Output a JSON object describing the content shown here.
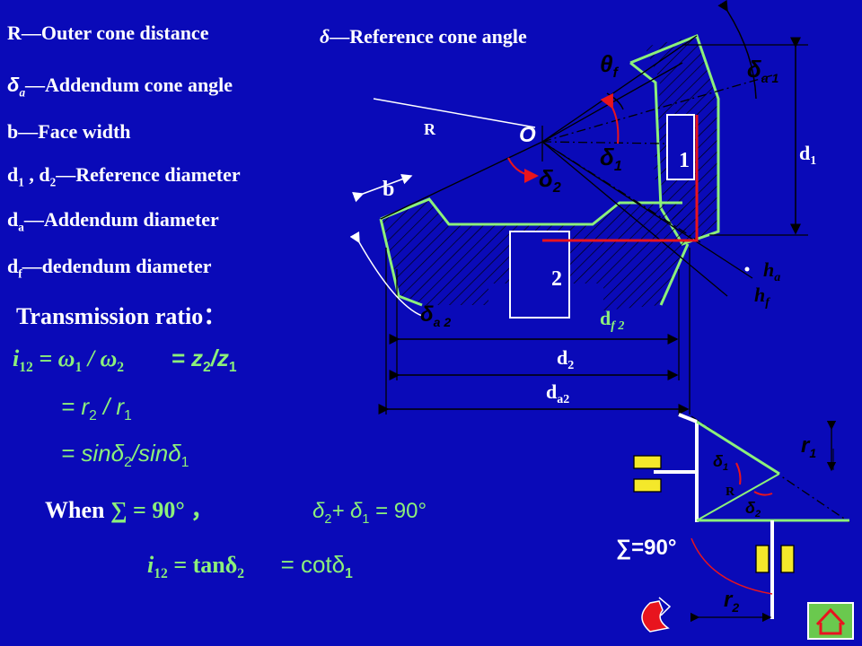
{
  "defs": {
    "R": {
      "sym": "R",
      "dash": "—",
      "text": "Outer cone distance"
    },
    "delta": {
      "sym": "δ",
      "dash": "—",
      "text": "Reference cone angle"
    },
    "delta_a": {
      "sym": "δ",
      "sub": "a",
      "dash": "—",
      "text": "Addendum cone angle"
    },
    "b": {
      "sym": "b",
      "dash": "—",
      "text": "Face width"
    },
    "d12": {
      "d1": "d",
      "d1sub": "1",
      "sep": " , ",
      "d2": "d",
      "d2sub": "2",
      "dash": "—",
      "text": "Reference diameter"
    },
    "da": {
      "sym": "d",
      "sub": "a",
      "dash": "—",
      "text": "Addendum diameter"
    },
    "df": {
      "sym": "d",
      "sub": "f",
      "dash": "—",
      "text": "dedendum diameter"
    }
  },
  "formulas": {
    "title": "Transmission  ratio：",
    "i12": "i",
    "i12sub": "12",
    "line1a": " = ω",
    "line1a_sub": "1",
    "line1b": " / ω",
    "line1b_sub": "2",
    "line1c": "= z",
    "line1c_sub": "2",
    "line1d": "/z",
    "line1d_sub": "1",
    "line2a": "= r",
    "line2a_sub": "2",
    "line2b": " / r",
    "line2b_sub": "1",
    "line3a": "= sinδ",
    "line3a_sub": "2",
    "line3b": "/sinδ",
    "line3b_sub": "1",
    "when": "When",
    "sigma": " ∑ = 90° ，",
    "cond_a": "δ",
    "cond_a_sub": "2",
    "cond_b": "+ δ",
    "cond_b_sub": "1",
    "cond_c": " = 90°",
    "i12b": "i",
    "i12b_sub": "12",
    "eq_tan": "  =  tanδ",
    "eq_tan_sub": "2",
    "eq_cot": "= cotδ",
    "eq_cot_sub": "1"
  },
  "diagram": {
    "O": "O",
    "R": "R",
    "b": "b",
    "theta": "θ",
    "theta_sub": "f",
    "delta_a1": "δ",
    "delta_a1_sub": "a 1",
    "delta1": "δ",
    "delta1_sub": "1",
    "delta2": "δ",
    "delta2_sub": "2",
    "gear1": "1",
    "gear2": "2",
    "d1": "d",
    "d1_sub": "1",
    "ha": "h",
    "ha_sub": "a",
    "hf": "h",
    "hf_sub": "f",
    "delta_a2": "δ",
    "delta_a2_sub": "a 2",
    "df2": "d",
    "df2_sub": "f 2",
    "d2": "d",
    "d2_sub": "2",
    "da2": "d",
    "da2_sub": "a2"
  },
  "small": {
    "r1": "r",
    "r1_sub": "1",
    "r2": "r",
    "r2_sub": "2",
    "d1": "δ",
    "d1_sub": "1",
    "d2": "δ",
    "d2_sub": "2",
    "R": "R",
    "sigma": "∑=90°"
  },
  "colors": {
    "background": "#0a0ab8",
    "green": "#8cf07a",
    "red": "#e8141e",
    "black": "#000000"
  }
}
